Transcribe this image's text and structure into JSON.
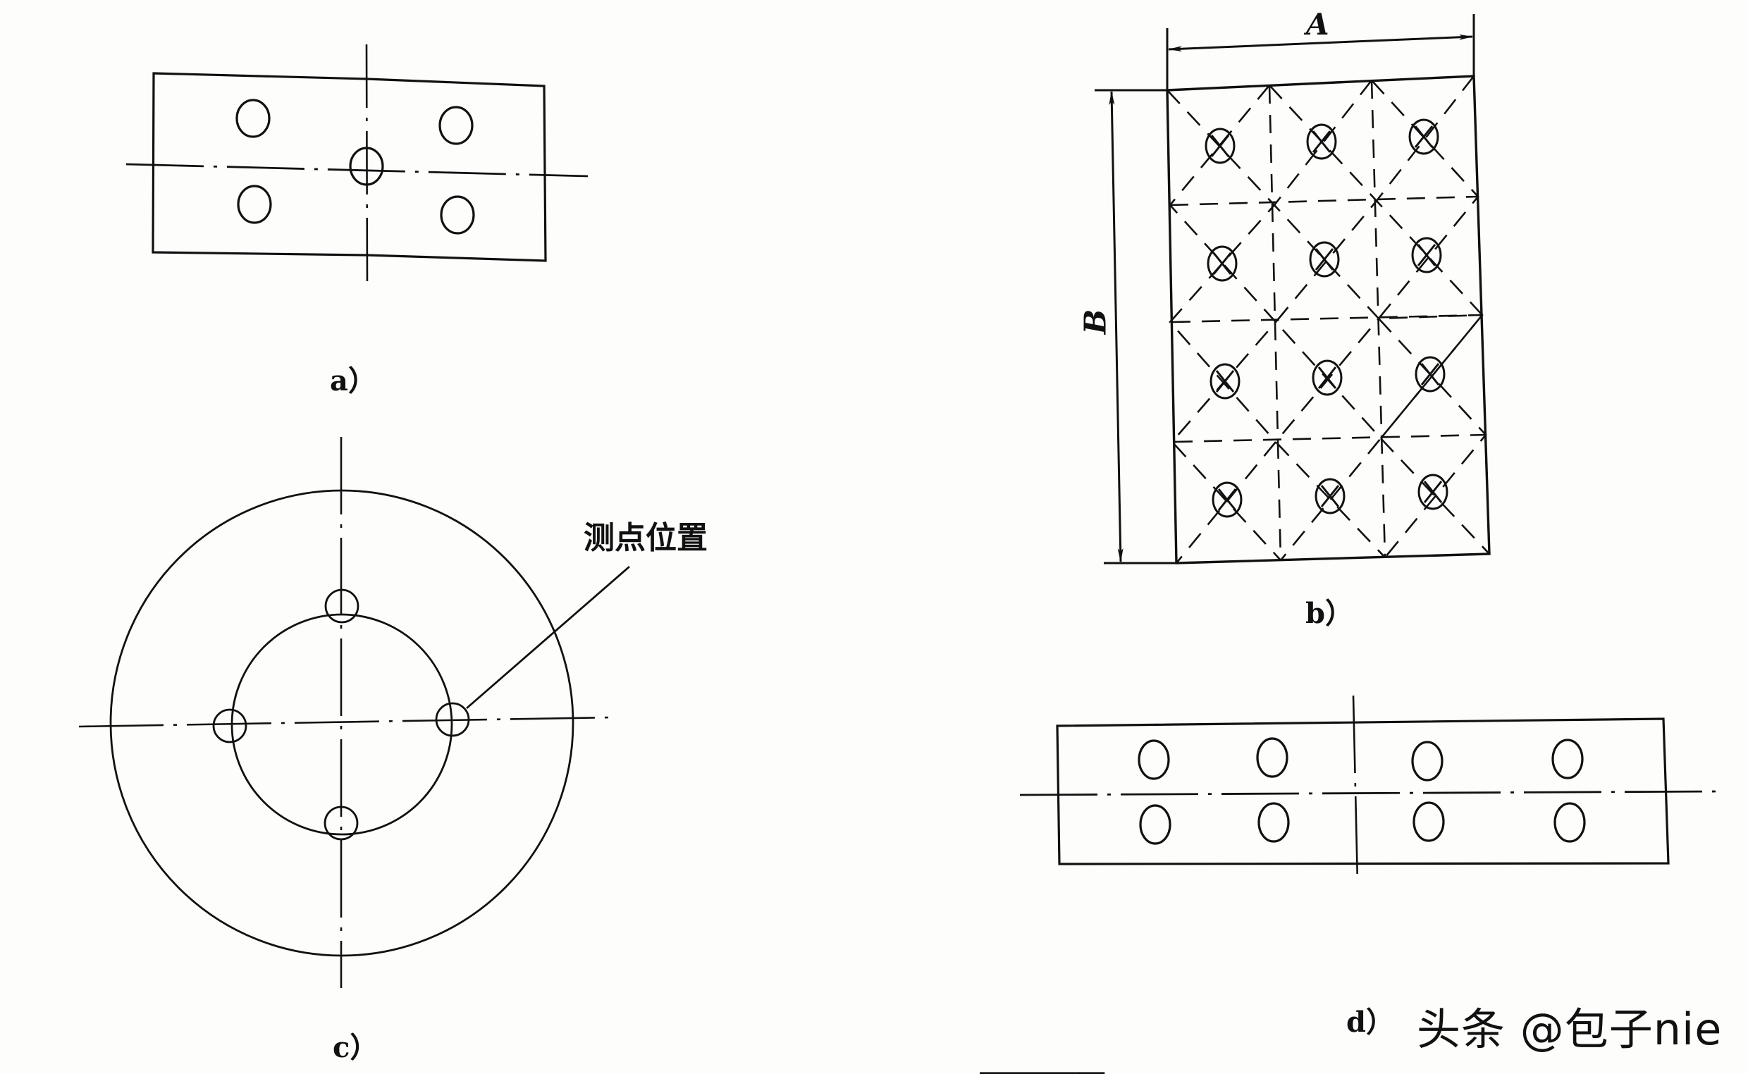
{
  "figures": {
    "a": {
      "label": "a）",
      "description": "Rectangular plate with 4 circular holes and a central measuring point on crossed centerlines"
    },
    "b": {
      "label": "b）",
      "description": "Rectangular area divided into triangular grid with 12 measuring points (circle-cross markers)",
      "dim_width": "A",
      "dim_height": "B",
      "points_rows": 4,
      "points_cols": 3
    },
    "c": {
      "label": "c）",
      "callout": "测点位置",
      "description": "Annular (ring) part with 4 measuring points on inner circle at 90° intervals"
    },
    "d": {
      "label": "d）",
      "description": "Rectangular plate with 8 holes in two rows of four, crossed centerlines"
    }
  },
  "watermark": "头条 @包子nie",
  "bottom_caption_partial": "...",
  "colors": {
    "ink": "#111111",
    "paper": "#fdfdfc"
  }
}
